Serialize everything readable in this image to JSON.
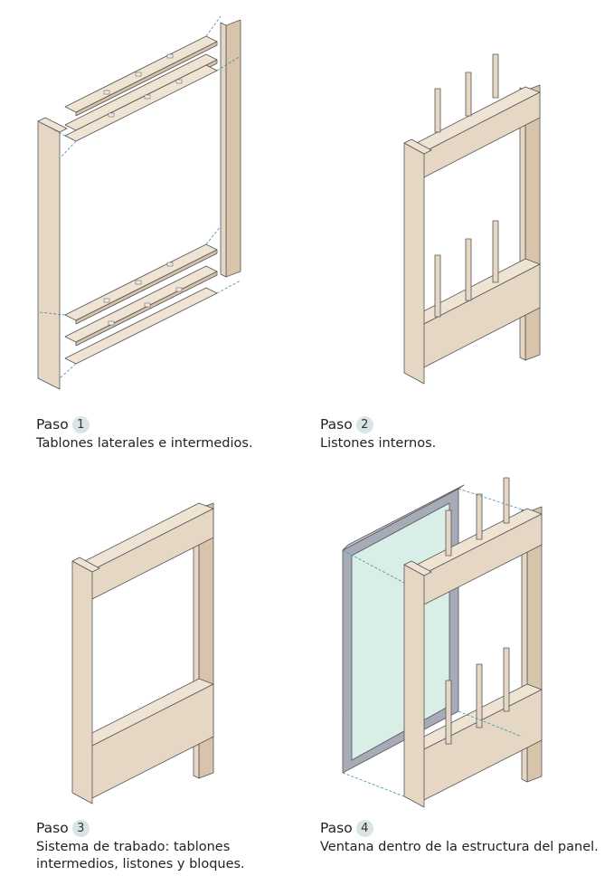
{
  "colors": {
    "wood": "#e6d7c4",
    "wood_side": "#d7c4ab",
    "wood_top": "#efe3d3",
    "edge": "#555555",
    "dash": "#3a8fb0",
    "glass": "#d8eee7",
    "frame": "#a7aab7"
  },
  "steps": [
    {
      "label": "Paso",
      "number": "1",
      "text": "Tablones laterales e intermedios."
    },
    {
      "label": "Paso",
      "number": "2",
      "text": "Listones internos."
    },
    {
      "label": "Paso",
      "number": "3",
      "text": "Sistema de trabado: tablones intermedios, listones y bloques."
    },
    {
      "label": "Paso",
      "number": "4",
      "text": "Ventana dentro de la estructura del panel."
    }
  ]
}
